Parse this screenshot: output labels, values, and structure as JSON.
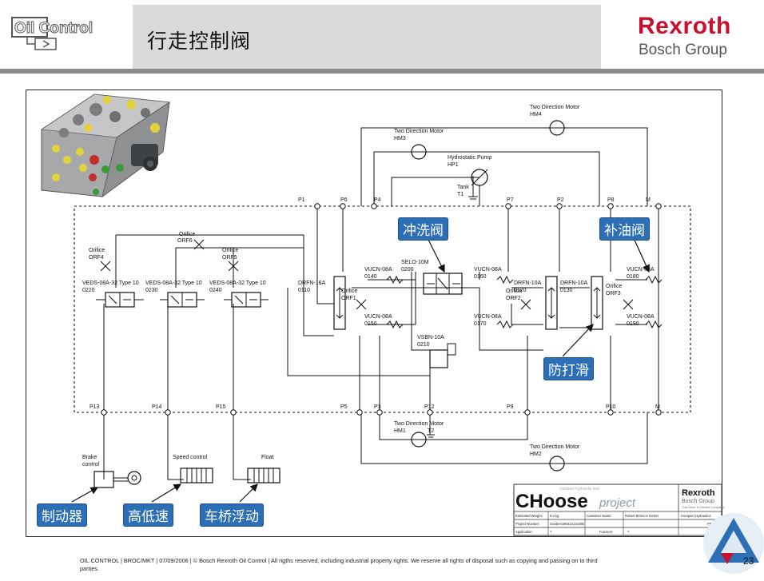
{
  "header": {
    "logo_text": "Oil Control",
    "title": "行走控制阀",
    "brand_name": "Rexroth",
    "brand_sub": "Bosch Group"
  },
  "callouts": {
    "flush_valve": "冲洗阀",
    "charge_valve": "补油阀",
    "anti_slip": "防打滑",
    "brake": "制动器",
    "speed": "高低速",
    "axle_float": "车桥浮动"
  },
  "diagram": {
    "motors": {
      "hm4": [
        "Two Direction Motor",
        "HM4"
      ],
      "hm3": [
        "Two Direction Motor",
        "HM3"
      ],
      "hm1": [
        "Two Direction Motor",
        "HM1"
      ],
      "hm2": [
        "Two Direction Motor",
        "HM2"
      ]
    },
    "pump": [
      "Hydrostatic Pump",
      "HP1"
    ],
    "tank_top": [
      "Tank",
      "T1"
    ],
    "tank_bottom": "T2",
    "ports_top": [
      "P1",
      "P6",
      "P4",
      "P7",
      "P2",
      "P8",
      "M"
    ],
    "ports_bottom": [
      "P13",
      "P14",
      "P15",
      "P5",
      "P3",
      "P12",
      "P9",
      "P10",
      "M"
    ],
    "orifices": {
      "orf6": [
        "Orifice",
        "ORF6"
      ],
      "orf4": [
        "Orifice",
        "ORF4"
      ],
      "orf5": [
        "Orifice",
        "ORF5"
      ],
      "orf1": [
        "Orifice",
        "ORF1"
      ],
      "orf2": [
        "Orifice",
        "ORF2"
      ],
      "orf3": [
        "Orifice",
        "ORF3"
      ]
    },
    "veds": [
      [
        "VEDS-08A-32 Type 10",
        "0220"
      ],
      [
        "VEDS-08A-32 Type 10",
        "0230"
      ],
      [
        "VEDS-08A-32 Type 10",
        "0240"
      ]
    ],
    "drfn_left": [
      "DRFN-16A",
      "0110"
    ],
    "drfn_mid": [
      "DRFN-10A",
      "0120"
    ],
    "drfn_right": [
      "DRFN-10A",
      "0130"
    ],
    "vucn": [
      [
        "VUCN-08A",
        "0140"
      ],
      [
        "VUCN-08A",
        "0150"
      ],
      [
        "VUCN-08A",
        "0160"
      ],
      [
        "VUCN-08A",
        "0170"
      ],
      [
        "VUCN-08A",
        "0180"
      ],
      [
        "VUCN-08A",
        "0190"
      ]
    ],
    "selo": [
      "SELO-10M",
      "0200"
    ],
    "vsbn": [
      "VSBN-10A",
      "0210"
    ],
    "actuators": {
      "brake": [
        "Brake",
        "control"
      ],
      "speed": "Speed control",
      "float": "Float"
    }
  },
  "title_block": {
    "logo": "CHoose",
    "logo_suffix": "project",
    "logo_tagline": "compact hydraulic tool",
    "brand_name": "Rexroth",
    "brand_sub": "Bosch Group",
    "brand_tag": "The Drive & Control Company",
    "rows": [
      [
        "Estimated Weight:",
        "0.0 kg",
        "Customer Name:",
        "Robert BOSCH GmbH",
        "Compact Hydraulics"
      ],
      [
        "Project Number:",
        "Gaoben180314122295",
        "",
        "",
        "PEACY"
      ],
      [
        "Application:",
        "?",
        "Function:",
        "?",
        ""
      ]
    ]
  },
  "footer": {
    "text": "OIL CONTROL | BROC/MKT | 07/09/2006 | © Bosch Rexroth Oil Control | All rigths reserved, including industrial property rights. We reserve all rights of disposal such as copying and passing on to third parties."
  },
  "page_number": "23",
  "colors": {
    "callout_bg": "#2d6fb6",
    "brand_red": "#c8102e",
    "header_band": "#dadada",
    "header_bar": "#8a8a8a"
  }
}
